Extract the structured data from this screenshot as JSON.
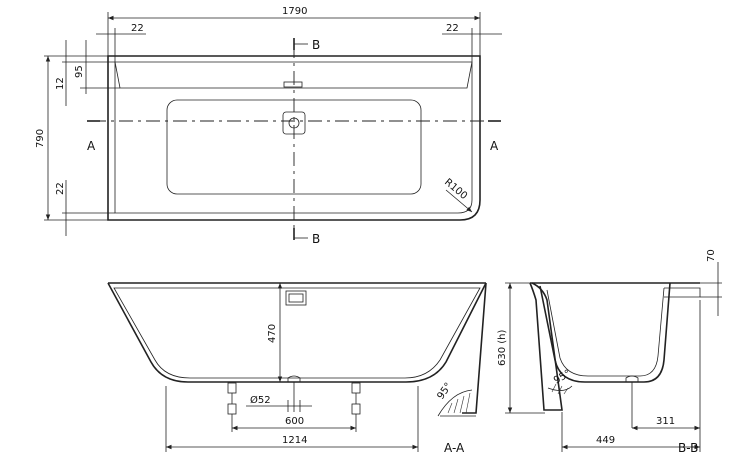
{
  "plan_view": {
    "dim_overall_width": "1790",
    "dim_rim_left": "22",
    "dim_rim_right": "22",
    "dim_overall_depth": "790",
    "dim_rim_top": "12",
    "dim_overflow_offset": "95",
    "dim_rim_bottom": "22",
    "dim_corner_radius": "R100",
    "section_a_left": "A",
    "section_a_right": "A",
    "section_b_top": "B",
    "section_b_bottom": "B"
  },
  "section_aa": {
    "dim_depth": "470",
    "dim_waste": "Ø52",
    "dim_feet_spacing": "600",
    "dim_base_length": "1214",
    "angle": "95°",
    "label": "A-A"
  },
  "section_bb": {
    "dim_height": "630 (h)",
    "dim_rim": "70",
    "dim_base_width": "449",
    "dim_waste_offset": "311",
    "angle": "95°",
    "label": "B-B"
  }
}
